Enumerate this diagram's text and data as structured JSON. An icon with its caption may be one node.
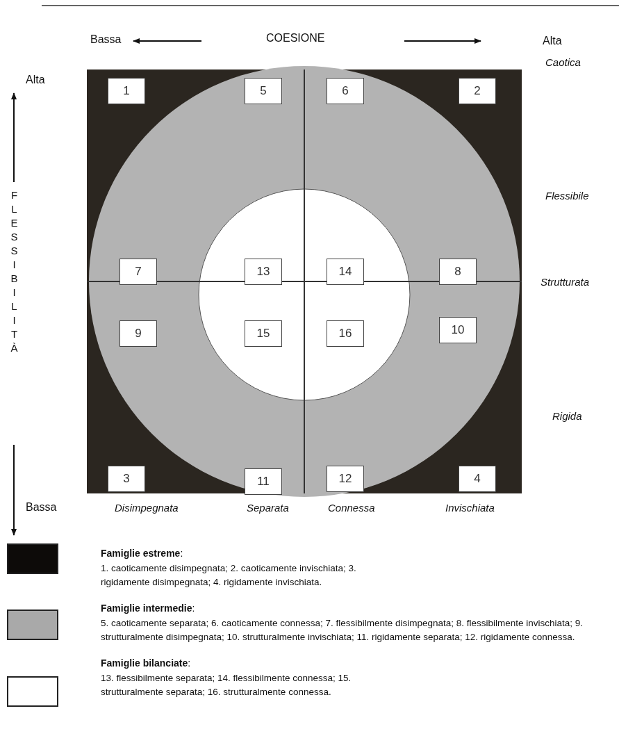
{
  "diagram": {
    "nodes": [
      {
        "text": [
          "1"
        ]
      },
      {
        "text": [
          "5"
        ]
      },
      {
        "text": [
          "6"
        ]
      },
      {
        "text": [
          "2"
        ]
      },
      {
        "text": [
          "7"
        ]
      },
      {
        "text": [
          "13"
        ]
      },
      {
        "text": [
          "14"
        ]
      },
      {
        "text": [
          "8"
        ]
      },
      {
        "text": [
          "9"
        ]
      },
      {
        "text": [
          "15"
        ]
      },
      {
        "text": [
          "16"
        ]
      },
      {
        "text": [
          "10"
        ]
      },
      {
        "text": [
          "3"
        ]
      },
      {
        "text": [
          "11"
        ]
      },
      {
        "text": [
          "12"
        ]
      },
      {
        "text": [
          "4"
        ]
      }
    ],
    "edges": [],
    "labels": [
      "Bassa",
      "COESIONE",
      "Alta",
      "Alta",
      "Caotica",
      "FLESSIBILITÀ",
      "Flessibile",
      "Strutturata",
      "Rigida",
      "Bassa",
      "Disimpegnata",
      "Separata",
      "Connessa",
      "Invischiata",
      "1. caoticamente disimpegnata; 2. caoticamente invischiata; 3. rigidamente disimpegnata; 4. rigidamente invischiata.",
      "5. caoticamente separata; 6. caoticamente connessa; 7. flessibilmente disimpegnata; 8. flessibilmente invischiata; 9. strutturalmente disimpegnata; 10. strutturalmente invischiata; 11. rigidamente separata; 12. rigidamente connessa.",
      "13. flessibilmente separata; 14. flessibilmente connessa; 15. strutturalmente separata; 16. strutturalmente connessa."
    ],
    "legend": [
      {
        "text": "**Famiglie estreme**:",
        "color": "#0d0b09"
      },
      {
        "text": "**Famiglie intermedie**:",
        "color": "#a9a9a9"
      },
      {
        "text": "**Famiglie bilanciate**:",
        "color": "#ffffff"
      }
    ]
  }
}
